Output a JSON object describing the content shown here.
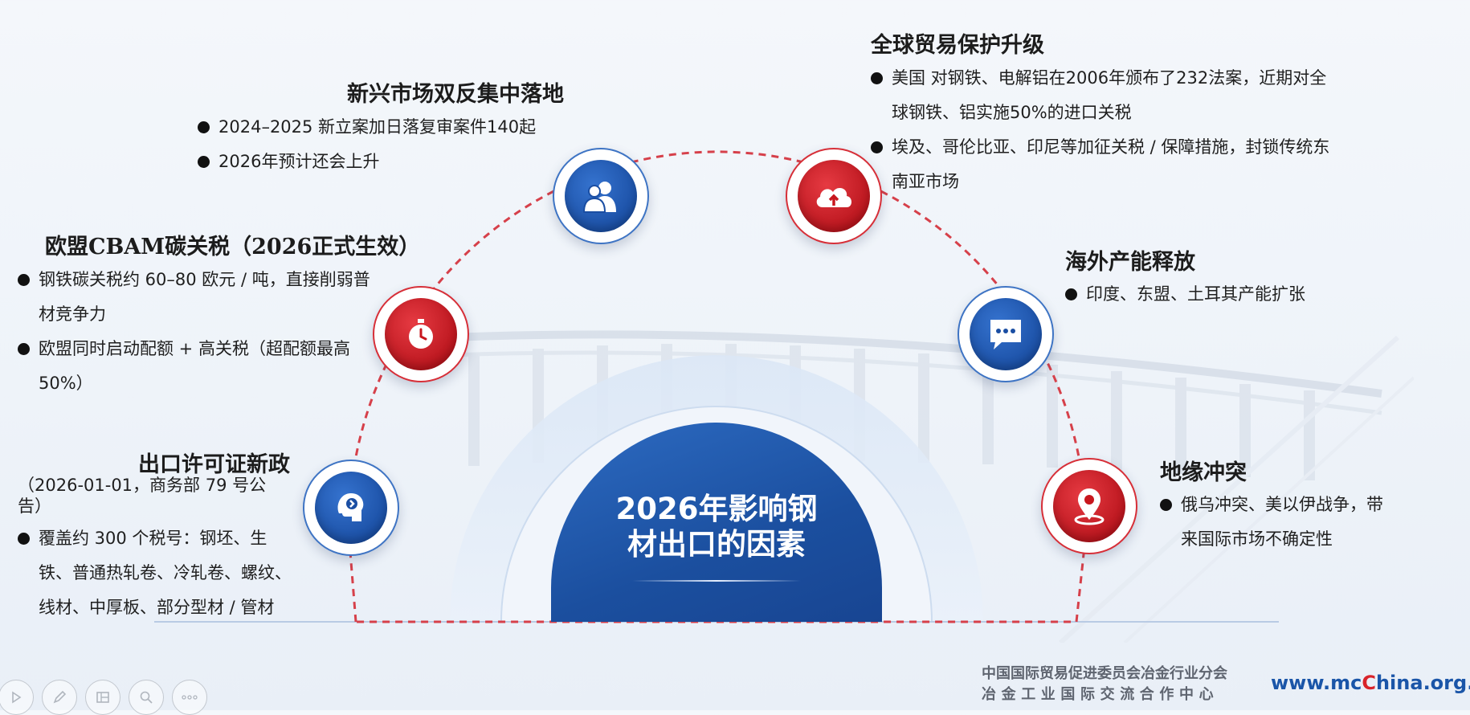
{
  "center": {
    "title": "2026年影响钢材出口的因素"
  },
  "factors": {
    "export_license": {
      "heading": "出口许可证新政",
      "note": "（2026-01-01，商务部 79 号公告）",
      "bullets": [
        "覆盖约 300 个税号：钢坯、生铁、普通热轧卷、冷轧卷、螺纹、线材、中厚板、部分型材 / 管材"
      ]
    },
    "eu_cbam": {
      "heading": "欧盟CBAM碳关税（2026正式生效）",
      "bullets": [
        "钢铁碳关税约 60–80 欧元 / 吨，直接削弱普材竞争力",
        "欧盟同时启动配额 + 高关税（超配额最高 50%）"
      ]
    },
    "emerging_markets": {
      "heading": "新兴市场双反集中落地",
      "bullets": [
        "2024–2025 新立案加日落复审案件140起",
        "2026年预计还会上升"
      ]
    },
    "global_trade": {
      "heading": "全球贸易保护升级",
      "bullets": [
        "美国 对钢铁、电解铝在2006年颁布了232法案，近期对全球钢铁、铝实施50%的进口关税",
        "埃及、哥伦比亚、印尼等加征关税 / 保障措施，封锁传统东南亚市场"
      ]
    },
    "overseas_capacity": {
      "heading": "海外产能释放",
      "bullets": [
        "印度、东盟、土耳其产能扩张"
      ]
    },
    "geopolitics": {
      "heading": "地缘冲突",
      "bullets": [
        "俄乌冲突、美以伊战争，带来国际市场不确定性"
      ]
    }
  },
  "icons": {
    "export_license": "head-bulb-icon",
    "eu_cbam": "stopwatch-icon",
    "emerging_markets": "users-icon",
    "global_trade": "cloud-upload-icon",
    "overseas_capacity": "chat-bubble-icon",
    "geopolitics": "map-pin-icon"
  },
  "colors": {
    "blue": "#1a4ea3",
    "red": "#c8161d",
    "dashed_arc": "#d6404a"
  },
  "footer": {
    "org_line1": "中国国际贸易促进委员会冶金行业分会",
    "org_line2": "冶金工业国际交流合作中心",
    "url_prefix": "www.mc",
    "url_highlight": "C",
    "url_suffix": "hina.org.cn"
  },
  "toolbar": [
    "play-icon",
    "pen-icon",
    "slides-icon",
    "zoom-icon",
    "more-icon"
  ]
}
